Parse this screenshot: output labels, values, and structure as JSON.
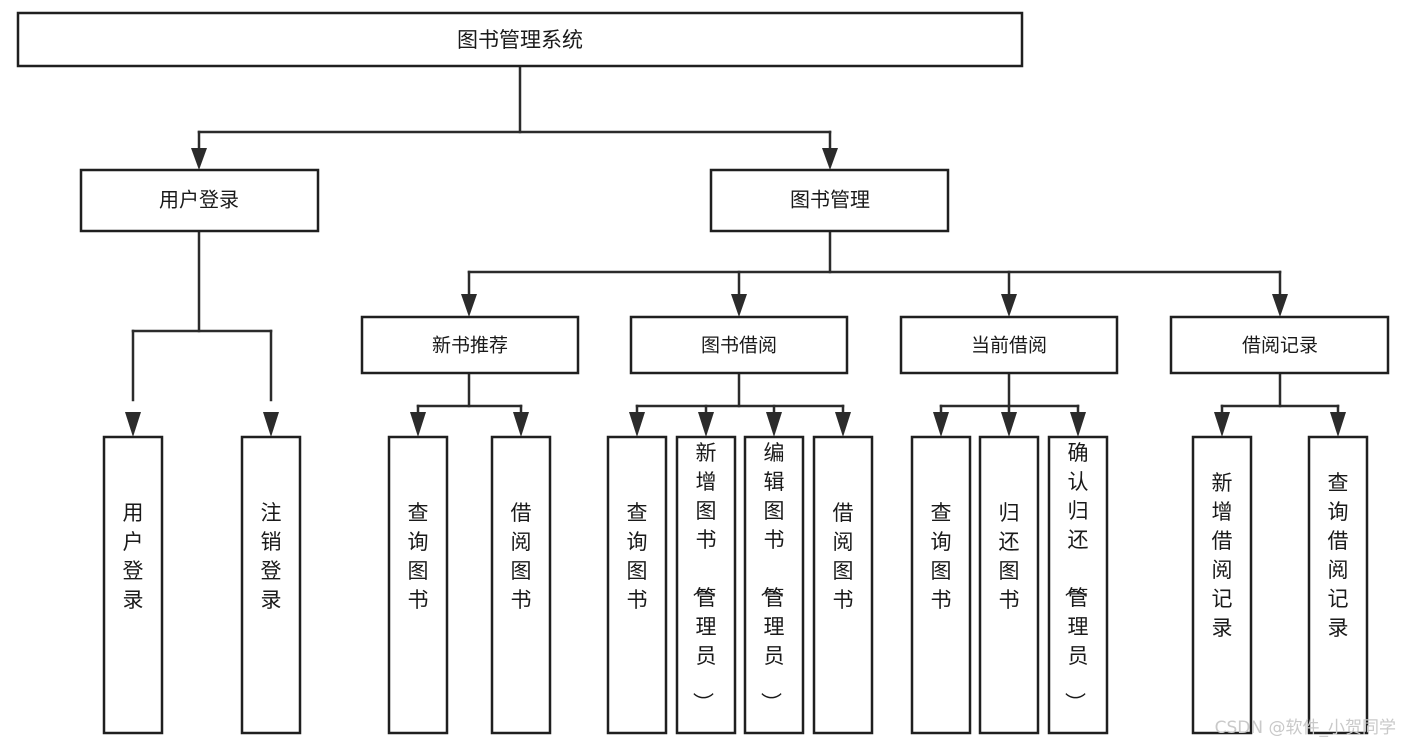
{
  "diagram": {
    "title": "图书管理系统",
    "type": "hierarchy-tree",
    "orientation": "top-down",
    "root": {
      "id": "root",
      "label": "图书管理系统",
      "level": 1
    },
    "level2": [
      {
        "id": "user-login",
        "label": "用户登录",
        "level": 2
      },
      {
        "id": "book-management",
        "label": "图书管理",
        "level": 2
      }
    ],
    "level3": [
      {
        "id": "new-book-recommend",
        "label": "新书推荐",
        "level": 3,
        "parent": "book-management"
      },
      {
        "id": "book-borrow",
        "label": "图书借阅",
        "level": 3,
        "parent": "book-management"
      },
      {
        "id": "current-borrow",
        "label": "当前借阅",
        "level": 3,
        "parent": "book-management"
      },
      {
        "id": "borrow-record",
        "label": "借阅记录",
        "level": 3,
        "parent": "book-management"
      }
    ],
    "leaves": [
      {
        "id": "leaf-user-login",
        "label": "用户登录",
        "parent": "user-login"
      },
      {
        "id": "leaf-user-logout",
        "label": "注销登录",
        "parent": "user-login"
      },
      {
        "id": "leaf-query-book-1",
        "label": "查询图书",
        "parent": "new-book-recommend"
      },
      {
        "id": "leaf-borrow-book-1",
        "label": "借阅图书",
        "parent": "new-book-recommend"
      },
      {
        "id": "leaf-query-book-2",
        "label": "查询图书",
        "parent": "book-borrow"
      },
      {
        "id": "leaf-add-book",
        "label": "新增图书（管理员）",
        "parent": "book-borrow"
      },
      {
        "id": "leaf-edit-book",
        "label": "编辑图书（管理员）",
        "parent": "book-borrow"
      },
      {
        "id": "leaf-borrow-book-2",
        "label": "借阅图书",
        "parent": "book-borrow"
      },
      {
        "id": "leaf-query-book-3",
        "label": "查询图书",
        "parent": "current-borrow"
      },
      {
        "id": "leaf-return-book",
        "label": "归还图书",
        "parent": "current-borrow"
      },
      {
        "id": "leaf-confirm-return",
        "label": "确认归还（管理员）",
        "parent": "current-borrow"
      },
      {
        "id": "leaf-add-record",
        "label": "新增借阅记录",
        "parent": "borrow-record"
      },
      {
        "id": "leaf-query-record",
        "label": "查询借阅记录",
        "parent": "borrow-record"
      }
    ],
    "watermark": "CSDN @软件_小贺同学",
    "colors": {
      "box_stroke": "#1f1f1f",
      "box_fill": "#ffffff",
      "connector": "#2b2b2b",
      "text": "#1a1a1a",
      "watermark": "#c9c9c9",
      "background": "#ffffff"
    }
  }
}
